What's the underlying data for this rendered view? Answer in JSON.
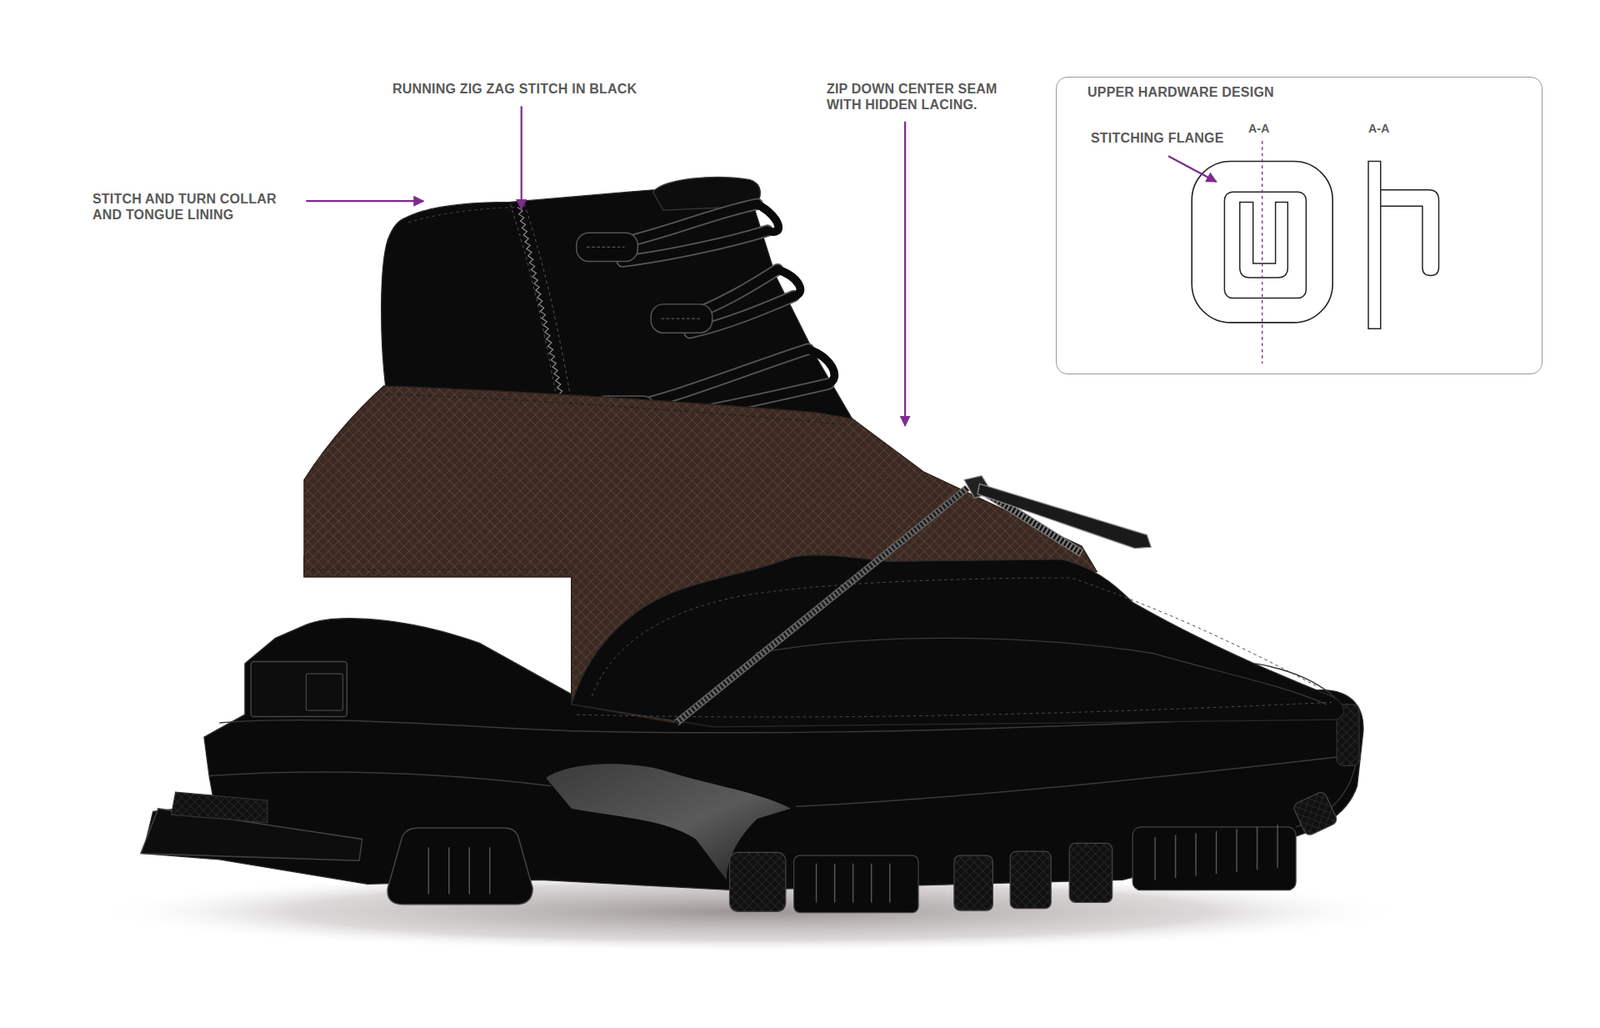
{
  "diagram": {
    "nodes": [
      {
        "text": [
          "UPPER HARDWARE DESIGN"
        ]
      }
    ],
    "labels": [
      "RUNNING ZIG ZAG STITCH IN BLACK",
      "ZIP DOWN CENTER SEAM WITH HIDDEN LACING.",
      "STITCH AND TURN COLLAR AND TONGUE LINING",
      "STITCHING FLANGE",
      "A-A",
      "A-A"
    ]
  }
}
